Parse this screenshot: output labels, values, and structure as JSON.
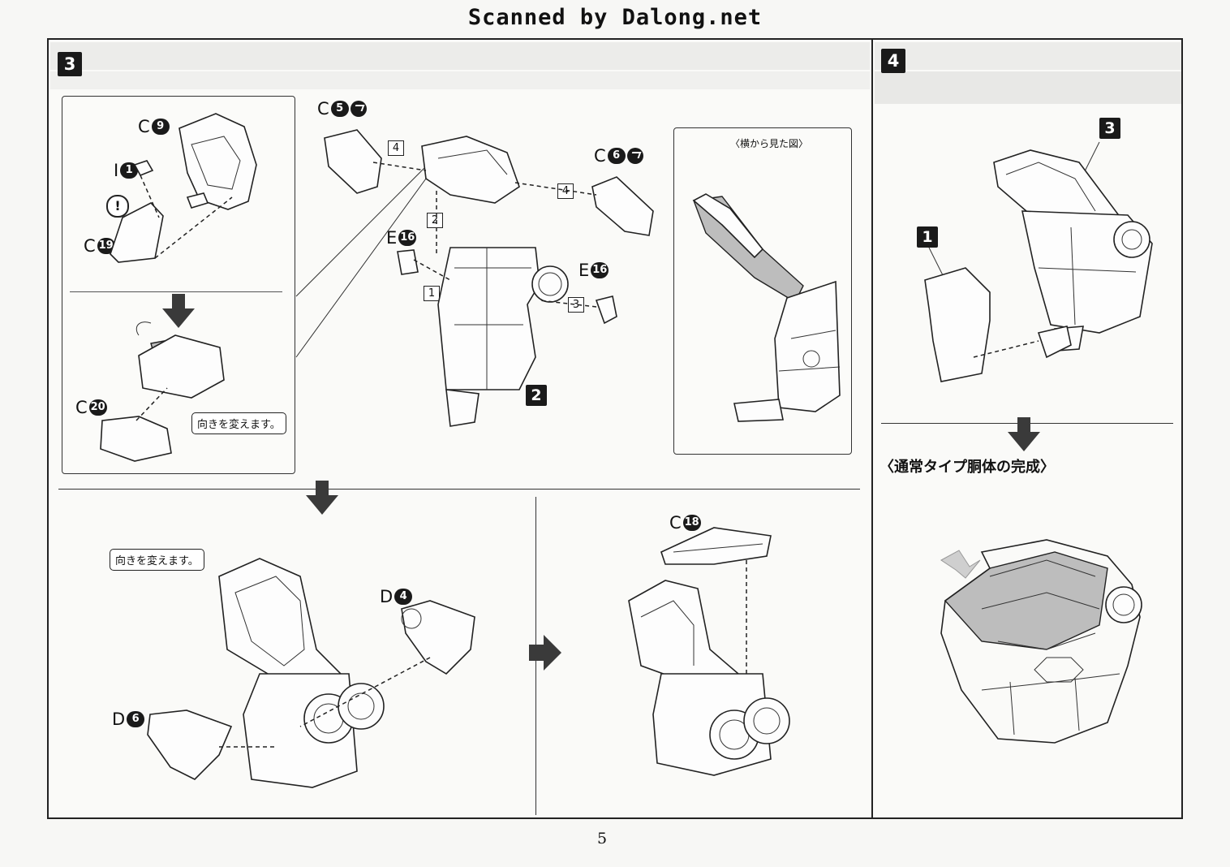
{
  "header": {
    "scan_credit": "Scanned by Dalong.net"
  },
  "step3": {
    "badge": "3",
    "parts": {
      "c9": {
        "letter": "C",
        "num": "9"
      },
      "i1": {
        "letter": "I",
        "num": "1"
      },
      "c19": {
        "letter": "C",
        "num": "19"
      },
      "c20": {
        "letter": "C",
        "num": "20"
      },
      "c5": {
        "letter": "C",
        "num": "5"
      },
      "c6": {
        "letter": "C",
        "num": "6"
      },
      "e16a": {
        "letter": "E",
        "num": "16"
      },
      "e16b": {
        "letter": "E",
        "num": "16"
      },
      "c18": {
        "letter": "C",
        "num": "18"
      },
      "d4": {
        "letter": "D",
        "num": "4"
      },
      "d6": {
        "letter": "D",
        "num": "6"
      }
    },
    "warning_mark": "!",
    "sequence_numbers": [
      "1",
      "2",
      "3",
      "4",
      "4"
    ],
    "subassembly_ref": "2",
    "callout_rotate_1": "向きを変えます。",
    "callout_rotate_2": "向きを変えます。",
    "side_view_caption": "〈横から見た図〉"
  },
  "step4": {
    "badge": "4",
    "ref_a": "3",
    "ref_b": "1",
    "final_title": "〈通常タイプ胴体の完成〉"
  },
  "footer": {
    "page_number": "5"
  }
}
